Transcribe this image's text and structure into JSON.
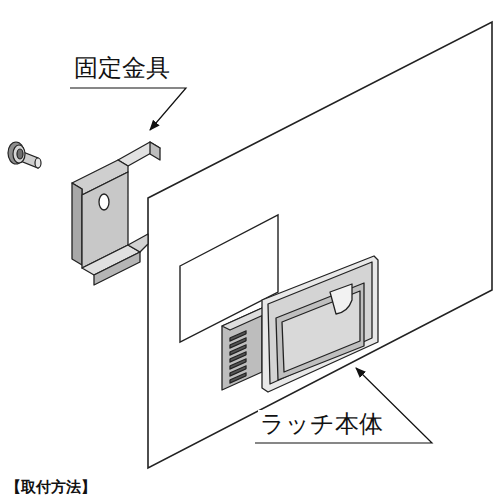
{
  "diagram": {
    "caption": "【取付方法】",
    "labels": [
      "固定金具",
      "ラッチ本体"
    ]
  }
}
